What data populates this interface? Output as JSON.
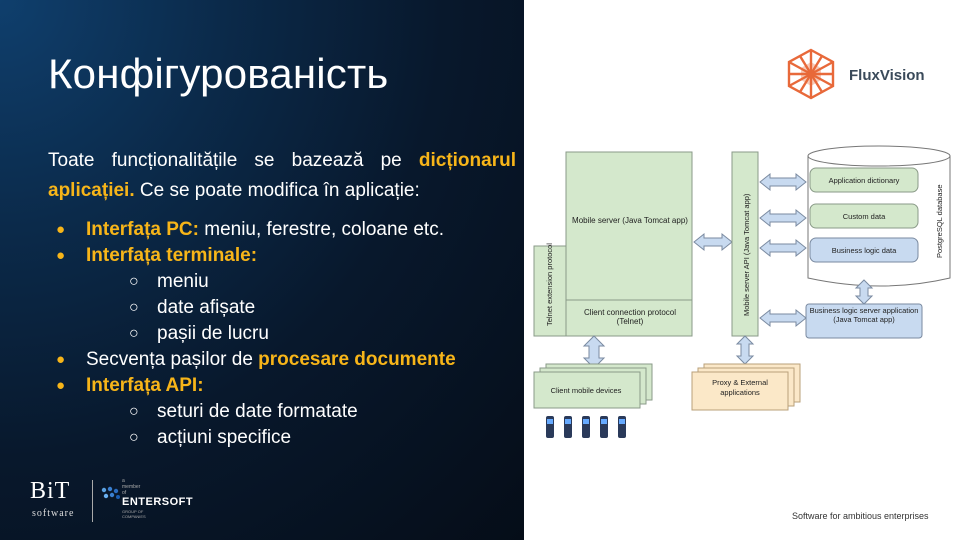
{
  "slide": {
    "title": "Конфігурованість",
    "intro_before": "Toate funcționalitățile se bazează pe ",
    "intro_highlight": "dicționarul aplicației.",
    "intro_after": " Ce se poate modifica în aplicație:",
    "bullets": [
      {
        "level": 1,
        "highlight": "Interfața PC:",
        "text": " meniu, ferestre, coloane etc."
      },
      {
        "level": 1,
        "highlight": "Interfața terminale:",
        "text": ""
      },
      {
        "level": 2,
        "highlight": "",
        "text": "meniu"
      },
      {
        "level": 2,
        "highlight": "",
        "text": "date afișate"
      },
      {
        "level": 2,
        "highlight": "",
        "text": "pașii de lucru"
      },
      {
        "level": 1,
        "highlight": "",
        "text": "Secvența pașilor de ",
        "highlight_after": "procesare documente"
      },
      {
        "level": 1,
        "highlight": "Interfața API:",
        "text": ""
      },
      {
        "level": 2,
        "highlight": "",
        "text": "seturi de date formatate"
      },
      {
        "level": 2,
        "highlight": "",
        "text": "acțiuni specifice"
      }
    ],
    "bullet_l1": "●",
    "bullet_l2": "○"
  },
  "logos": {
    "bit": "BiT",
    "bit_sub": "software",
    "entersoft_small": "a member of",
    "entersoft": "ENTERSOFT",
    "entersoft_sub": "GROUP OF COMPANIES"
  },
  "brand": {
    "name": "FluxVision"
  },
  "footer": "Software for ambitious enterprises",
  "diagram": {
    "mobile_server": "Mobile server (Java Tomcat app)",
    "client_protocol": "Client connection protocol (Telnet)",
    "telnet_protocol": "Telnet extension protocol",
    "api": "Mobile server API (Java Tomcat app)",
    "app_dictionary": "Application dictionary",
    "custom_data": "Custom data",
    "business_logic_data": "Business logic data",
    "postgres": "PostgreSQL database",
    "bl_server": "Business logic server application (Java Tomcat app)",
    "client_devices": "Client mobile devices",
    "proxy": "Proxy & External applications"
  },
  "colors": {
    "accent": "#f7b519",
    "dark_bg": "#08182c",
    "diagram_green": "#d4e8cc",
    "diagram_blue": "#c8daf0"
  }
}
